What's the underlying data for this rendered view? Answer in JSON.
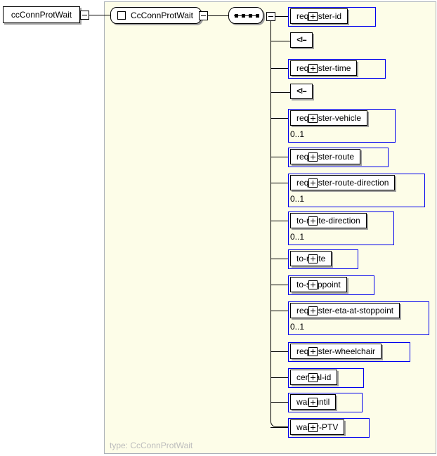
{
  "root_element": {
    "label": "ccConnProtWait",
    "toggle": "minus"
  },
  "diagram": {
    "type_box": {
      "label": "CcConnProtWait",
      "icon": "element-square",
      "toggle": "minus"
    },
    "compositor": {
      "kind": "sequence",
      "toggle": "minus"
    },
    "footer": {
      "text": "type: CcConnProtWait"
    },
    "rows": [
      {
        "kind": "element",
        "label": "requester-id",
        "expandable": true
      },
      {
        "kind": "comment",
        "label": "<!--"
      },
      {
        "kind": "element",
        "label": "requester-time",
        "expandable": true
      },
      {
        "kind": "comment",
        "label": "<!--"
      },
      {
        "kind": "element",
        "label": "requester-vehicle",
        "occurrence": "0..1",
        "expandable": true
      },
      {
        "kind": "element",
        "label": "requester-route",
        "expandable": true
      },
      {
        "kind": "element",
        "label": "requester-route-direction",
        "occurrence": "0..1",
        "expandable": true
      },
      {
        "kind": "element",
        "label": "to-route-direction",
        "occurrence": "0..1",
        "expandable": true
      },
      {
        "kind": "element",
        "label": "to-route",
        "expandable": true
      },
      {
        "kind": "element",
        "label": "to-stoppoint",
        "expandable": true
      },
      {
        "kind": "element",
        "label": "requester-eta-at-stoppoint",
        "occurrence": "0..1",
        "expandable": true
      },
      {
        "kind": "element",
        "label": "requester-wheelchair",
        "expandable": true
      },
      {
        "kind": "element",
        "label": "central-id",
        "expandable": true
      },
      {
        "kind": "element",
        "label": "wait-until",
        "expandable": true
      },
      {
        "kind": "element",
        "label": "waiter-PTV",
        "expandable": true
      }
    ]
  },
  "colors": {
    "canvas": "#fdfde8",
    "accent_blue": "#0000ee",
    "box_border": "#000000",
    "shadow": "#a0a0a0",
    "panel_border": "#aab0b8",
    "footer_text": "#bdbdbd",
    "background": "#ffffff"
  }
}
